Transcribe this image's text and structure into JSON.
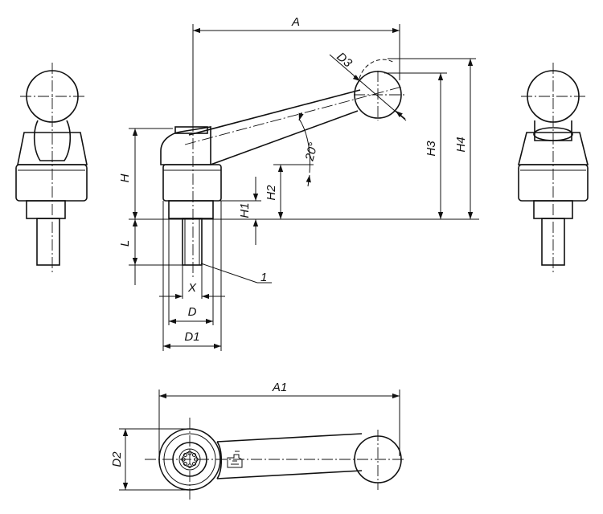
{
  "drawing": {
    "labels": {
      "A": "A",
      "A1": "A1",
      "D3": "D3",
      "H": "H",
      "H1": "H1",
      "H2": "H2",
      "H3": "H3",
      "H4": "H4",
      "L": "L",
      "X": "X",
      "D": "D",
      "D1": "D1",
      "D2": "D2",
      "angle": "20°",
      "item": "1"
    }
  }
}
